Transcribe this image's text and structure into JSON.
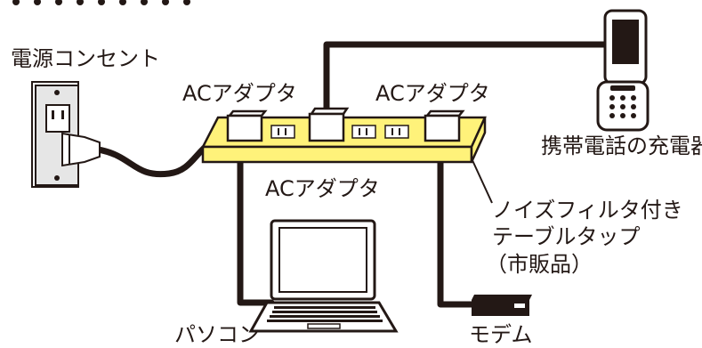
{
  "labels": {
    "outlet": "電源コンセント",
    "adapter_left": "ACアダプタ",
    "adapter_right": "ACアダプタ",
    "adapter_center": "ACアダプタ",
    "phone_charger": "携帯電話の充電器",
    "power_strip_line1": "ノイズフィルタ付き",
    "power_strip_line2": "テーブルタップ",
    "power_strip_line3": "（市販品）",
    "pc": "パソコン",
    "modem": "モデム"
  },
  "colors": {
    "power_strip": "#fff27a",
    "line": "#231815",
    "outlet_plate": "#e6e6e6",
    "background": "#ffffff"
  },
  "icons": [
    "wall-outlet-icon",
    "power-strip-icon",
    "ac-adapter-icon",
    "phone-icon",
    "laptop-icon",
    "modem-icon"
  ]
}
